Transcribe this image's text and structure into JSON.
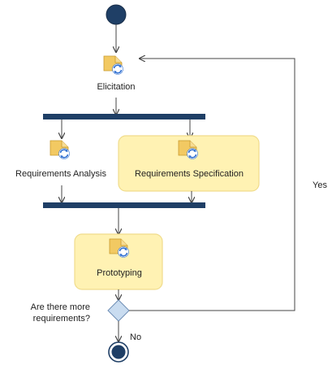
{
  "diagram": {
    "activities": {
      "elicitation": "Elicitation",
      "requirements_analysis": "Requirements Analysis",
      "requirements_specification": "Requirements Specification",
      "prototyping": "Prototyping"
    },
    "decision": {
      "question_line1": "Are there more",
      "question_line2": "requirements?",
      "yes_label": "Yes",
      "no_label": "No"
    },
    "activity_icon": "task-document-refresh-icon",
    "colors": {
      "node_dark": "#1f3f66",
      "fork_bar": "#1f3f66",
      "highlight_fill": "#fff2b3",
      "highlight_border": "#f0dc8c",
      "icon_doc": "#f2c962",
      "icon_refresh": "#2f6fd1",
      "decision_fill": "#c9dcf0",
      "decision_border": "#6f8fb5",
      "edge": "#444444"
    }
  }
}
